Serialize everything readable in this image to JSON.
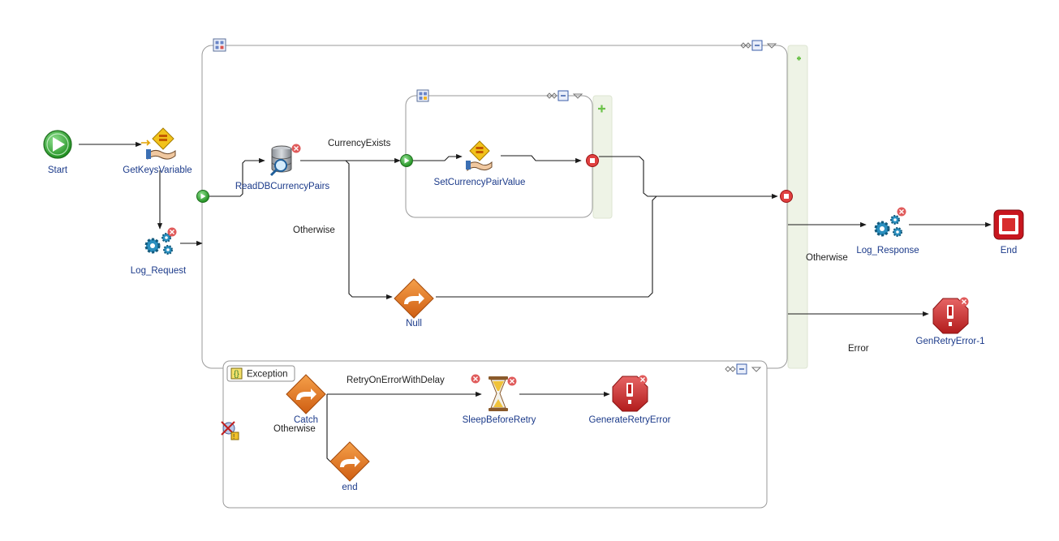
{
  "nodes": {
    "start": "Start",
    "get_keys_variable": "GetKeysVariable",
    "log_request": "Log_Request",
    "read_db_currency_pairs": "ReadDBCurrencyPairs",
    "set_currency_pair_value": "SetCurrencyPairValue",
    "null_activity": "Null",
    "log_response": "Log_Response",
    "end": "End",
    "gen_retry_error_1": "GenRetryError-1",
    "catch": "Catch",
    "sleep_before_retry": "SleepBeforeRetry",
    "generate_retry_error": "GenerateRetryError",
    "end_lower": "end"
  },
  "edges": {
    "currency_exists": "CurrencyExists",
    "otherwise_inner": "Otherwise",
    "otherwise_outer": "Otherwise",
    "error": "Error",
    "retry_on_error_with_delay": "RetryOnErrorWithDelay",
    "otherwise_catch": "Otherwise"
  },
  "groups": {
    "exception_tab": "Exception"
  },
  "colors": {
    "node_label": "#1b3a8a",
    "start_green": "#2fa52f",
    "end_red": "#c8161e",
    "activity_orange": "#e07a22",
    "error_red": "#d23a3a",
    "gear_blue": "#2a8fbf",
    "mapper_yellow": "#f2c21b"
  }
}
